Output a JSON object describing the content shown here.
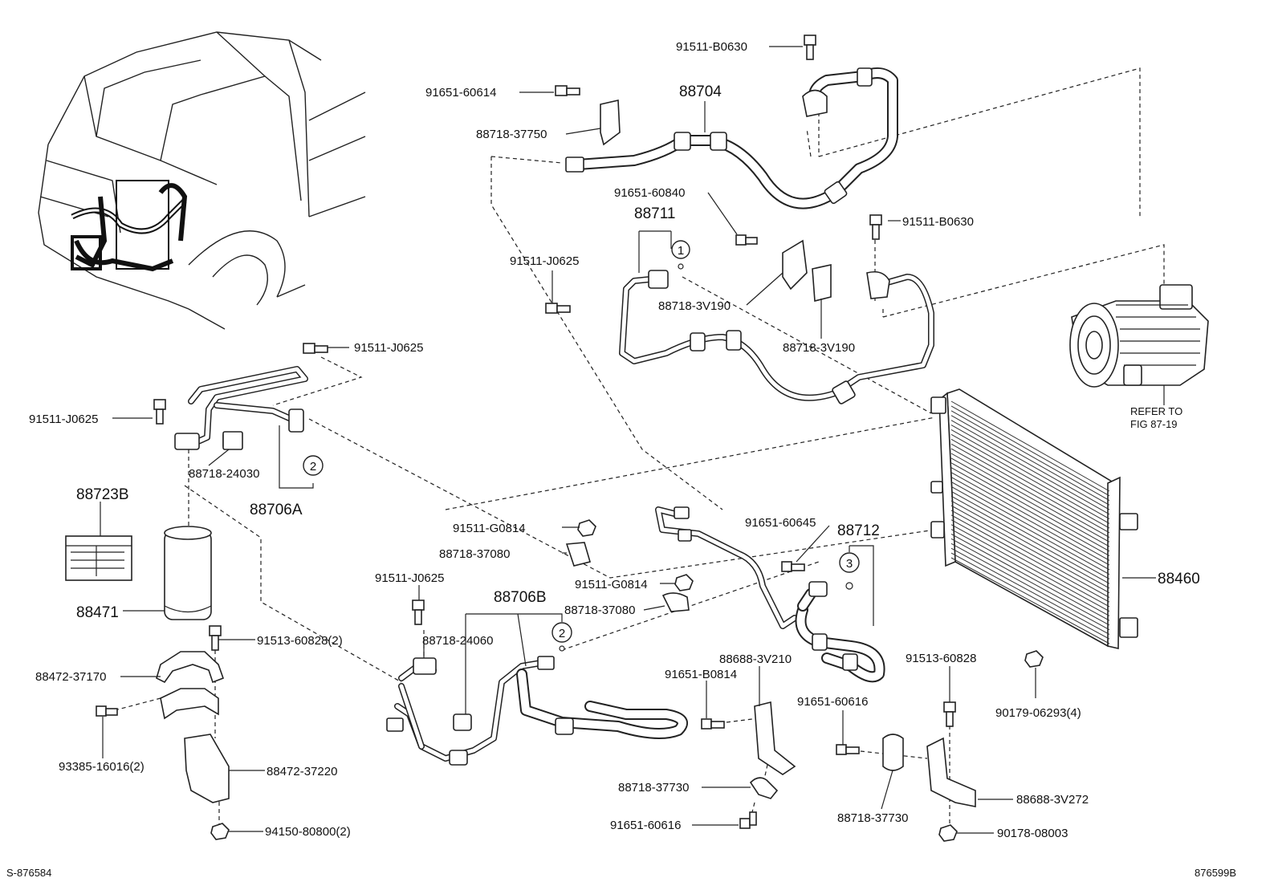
{
  "labels": {
    "p91511_B0630_top": "91511-B0630",
    "p91651_60614": "91651-60614",
    "p88704": "88704",
    "p88718_37750": "88718-37750",
    "p91651_60840": "91651-60840",
    "p88711": "88711",
    "p91511_B0630_mid": "91511-B0630",
    "p91511_J0625_a": "91511-J0625",
    "p88718_3V190_a": "88718-3V190",
    "p88718_3V190_b": "88718-3V190",
    "refer_line1": "REFER TO",
    "refer_line2": "FIG 87-19",
    "p91511_J0625_b": "91511-J0625",
    "p91511_J0625_c": "91511-J0625",
    "p88718_24030": "88718-24030",
    "p88706A": "88706A",
    "p88723B": "88723B",
    "p88471": "88471",
    "p91511_G0814_a": "91511-G0814",
    "p88718_37080_a": "88718-37080",
    "p91651_60645": "91651-60645",
    "p88712": "88712",
    "p88460": "88460",
    "p91511_J0625_d": "91511-J0625",
    "p91511_G0814_b": "91511-G0814",
    "p88706B": "88706B",
    "p88718_37080_b": "88718-37080",
    "p91513_60828_2": "91513-60828(2)",
    "p88718_24060": "88718-24060",
    "p88472_37170": "88472-37170",
    "p88688_3V210": "88688-3V210",
    "p91651_B0814": "91651-B0814",
    "p91513_60828": "91513-60828",
    "p91651_60616_a": "91651-60616",
    "p90179_06293": "90179-06293(4)",
    "p93385_16016": "93385-16016(2)",
    "p88472_37220": "88472-37220",
    "p88718_37730_a": "88718-37730",
    "p88688_3V272": "88688-3V272",
    "p88718_37730_b": "88718-37730",
    "p91651_60616_b": "91651-60616",
    "p90178_08003": "90178-08003",
    "p94150_80800": "94150-80800(2)"
  },
  "callouts": {
    "c1": "1",
    "c2a": "2",
    "c2b": "2",
    "c3": "3"
  },
  "footer": {
    "left_code": "S-876584",
    "right_code": "876599B"
  }
}
